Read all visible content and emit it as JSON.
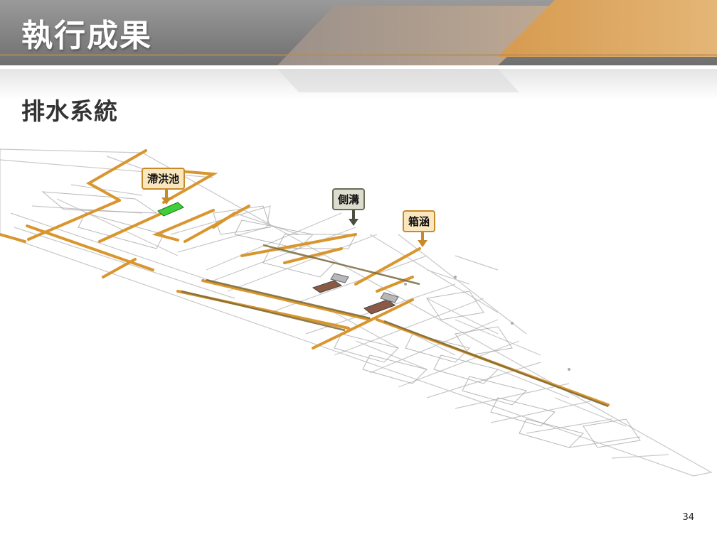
{
  "slide": {
    "title": "執行成果",
    "subtitle": "排水系統",
    "page_number": "34"
  },
  "callouts": {
    "detention_pond": "滯洪池",
    "side_ditch": "側溝",
    "box_culvert": "箱涵"
  },
  "colors": {
    "culvert_orange": "#d9962e",
    "ditch_gray": "#5a5a4a",
    "pond_green": "#3ecf3a",
    "box_brown": "#8a5a44"
  }
}
